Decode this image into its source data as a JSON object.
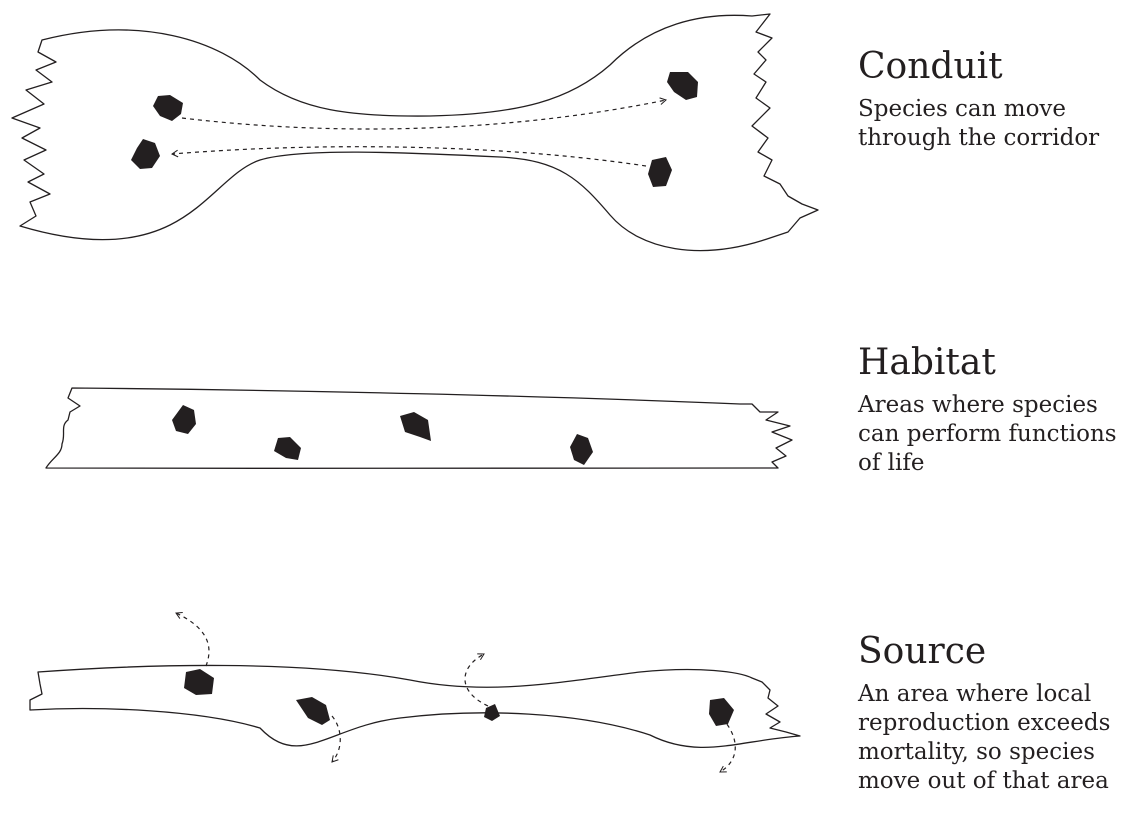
{
  "panels": [
    {
      "id": "conduit",
      "title": "Conduit",
      "description_lines": [
        "Species can move",
        "through the corridor"
      ]
    },
    {
      "id": "habitat",
      "title": "Habitat",
      "description_lines": [
        "Areas where species",
        "can perform functions",
        "of life"
      ]
    },
    {
      "id": "source",
      "title": "Source",
      "description_lines": [
        "An area where local",
        "reproduction exceeds",
        "mortality, so species",
        "move out of that area"
      ]
    }
  ],
  "colors": {
    "ink": "#231f20",
    "background": "#ffffff"
  }
}
